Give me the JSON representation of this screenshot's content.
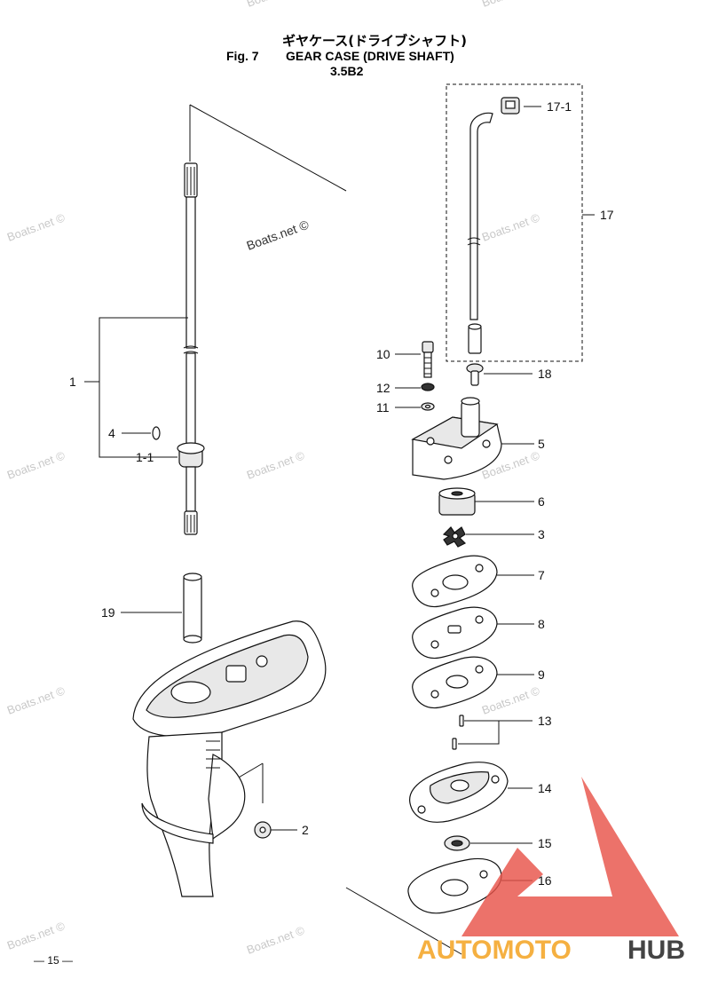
{
  "header": {
    "title_jp": "ギヤケース(ドライブシャフト)",
    "fig_label": "Fig. 7",
    "title_en": "GEAR CASE (DRIVE SHAFT)",
    "model": "3.5B2"
  },
  "callouts": {
    "c1": "1",
    "c1_1": "1-1",
    "c2": "2",
    "c3": "3",
    "c4": "4",
    "c5": "5",
    "c6": "6",
    "c7": "7",
    "c8": "8",
    "c9": "9",
    "c10": "10",
    "c11": "11",
    "c12": "12",
    "c13": "13",
    "c14": "14",
    "c15": "15",
    "c16": "16",
    "c17": "17",
    "c17_1": "17-1",
    "c18": "18",
    "c19": "19"
  },
  "watermarks": {
    "main": "Boats.net ©",
    "tile": "Boats.net ©"
  },
  "logo": {
    "part1": "AUTOMOTO",
    "part2": "HUB",
    "color_main": "#e8544a",
    "color_accent": "#f5b041",
    "color_dark": "#444444"
  },
  "footer": {
    "page_number": "— 15 —"
  }
}
